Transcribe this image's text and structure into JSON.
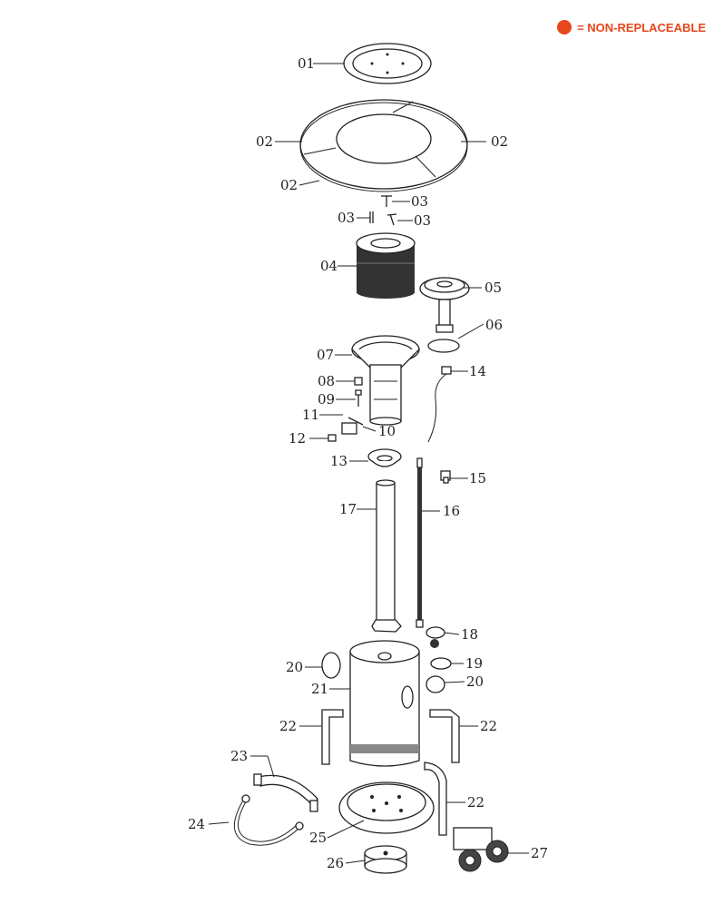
{
  "legend": {
    "symbol": "orange-dot",
    "text": "= NON-REPLACEABLE",
    "color": "#e8461c"
  },
  "labels": [
    {
      "id": "01",
      "text": "01"
    },
    {
      "id": "02a",
      "text": "02"
    },
    {
      "id": "02b",
      "text": "02"
    },
    {
      "id": "02c",
      "text": "02"
    },
    {
      "id": "03a",
      "text": "03"
    },
    {
      "id": "03b",
      "text": "03"
    },
    {
      "id": "03c",
      "text": "03"
    },
    {
      "id": "04",
      "text": "04"
    },
    {
      "id": "05",
      "text": "05"
    },
    {
      "id": "06",
      "text": "06"
    },
    {
      "id": "07",
      "text": "07"
    },
    {
      "id": "08",
      "text": "08"
    },
    {
      "id": "09",
      "text": "09"
    },
    {
      "id": "10",
      "text": "10"
    },
    {
      "id": "11",
      "text": "11"
    },
    {
      "id": "12",
      "text": "12"
    },
    {
      "id": "13",
      "text": "13"
    },
    {
      "id": "14",
      "text": "14"
    },
    {
      "id": "15",
      "text": "15"
    },
    {
      "id": "16",
      "text": "16"
    },
    {
      "id": "17",
      "text": "17"
    },
    {
      "id": "18",
      "text": "18"
    },
    {
      "id": "19",
      "text": "19"
    },
    {
      "id": "20a",
      "text": "20"
    },
    {
      "id": "20b",
      "text": "20"
    },
    {
      "id": "21",
      "text": "21"
    },
    {
      "id": "22a",
      "text": "22"
    },
    {
      "id": "22b",
      "text": "22"
    },
    {
      "id": "22c",
      "text": "22"
    },
    {
      "id": "23",
      "text": "23"
    },
    {
      "id": "24",
      "text": "24"
    },
    {
      "id": "25",
      "text": "25"
    },
    {
      "id": "26",
      "text": "26"
    },
    {
      "id": "27",
      "text": "27"
    }
  ]
}
